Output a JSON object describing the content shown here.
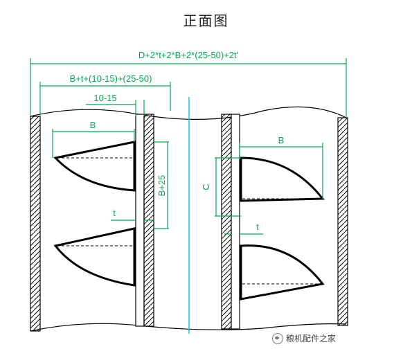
{
  "title": "正面图",
  "dims": {
    "total_width": "D+2*t+2*B+2*(25-50)+2t'",
    "half_width": "B+t+(10-15)+(25-50)",
    "gap": "10-15",
    "blade_width_left": "B",
    "blade_spacing": "B+25",
    "thickness_left": "t",
    "blade_width_right": "B",
    "c_label": "C",
    "thickness_right": "t"
  },
  "watermark": {
    "text": "粮机配件之家",
    "icon": "wechat-icon"
  },
  "colors": {
    "dimension": "#00a84f",
    "axis": "#20c0e0",
    "outline": "#000000"
  }
}
